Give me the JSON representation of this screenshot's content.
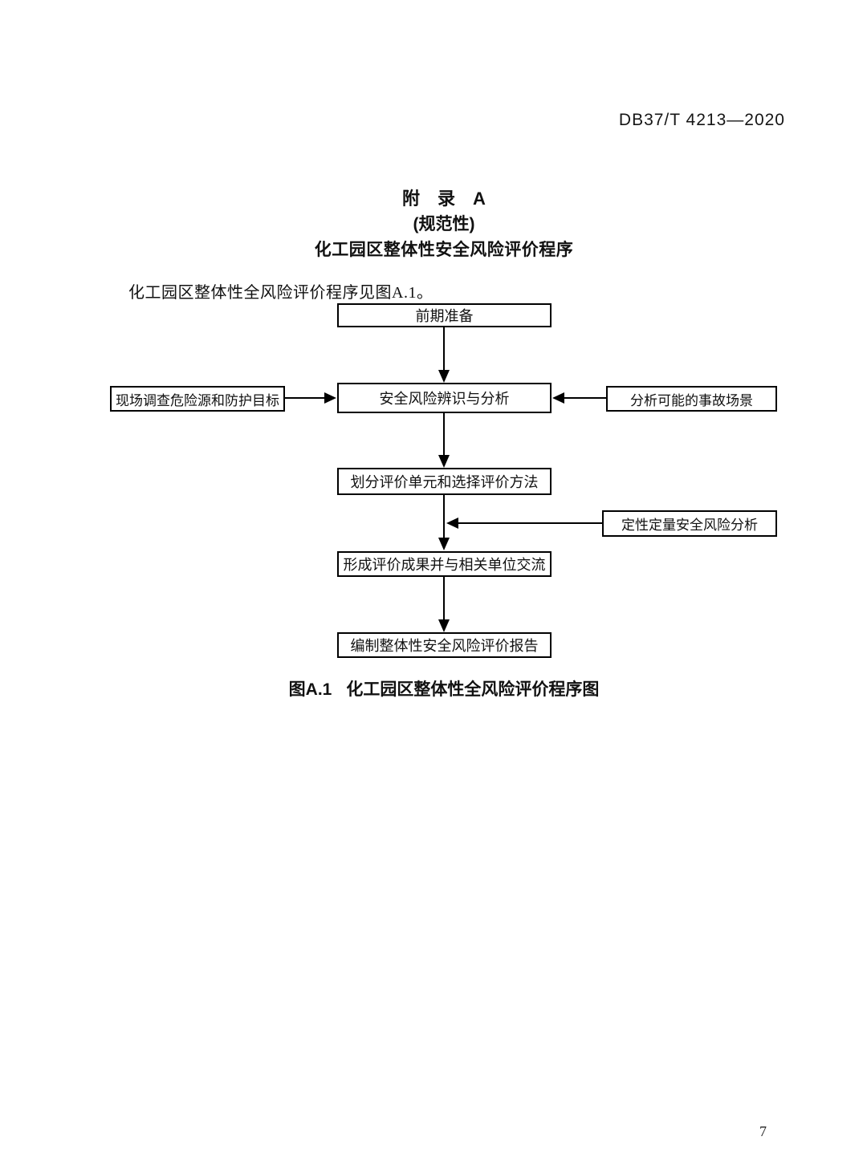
{
  "page": {
    "header_code": "DB37/T 4213—2020",
    "page_number": "7"
  },
  "appendix": {
    "title": "附　录　A",
    "normative": "(规范性)",
    "heading": "化工园区整体性安全风险评价程序",
    "intro_text": "化工园区整体性全风险评价程序见图A.1。"
  },
  "flowchart": {
    "nodes": [
      {
        "id": "prep",
        "label": "前期准备"
      },
      {
        "id": "survey",
        "label": "现场调查危险源和防护目标"
      },
      {
        "id": "identify",
        "label": "安全风险辨识与分析"
      },
      {
        "id": "scenario",
        "label": "分析可能的事故场景"
      },
      {
        "id": "divide",
        "label": "划分评价单元和选择评价方法"
      },
      {
        "id": "analysis",
        "label": "定性定量安全风险分析"
      },
      {
        "id": "results",
        "label": "形成评价成果并与相关单位交流"
      },
      {
        "id": "report",
        "label": "编制整体性安全风险评价报告"
      }
    ],
    "line_color": "#000000"
  },
  "figure": {
    "caption_label": "图A.1",
    "caption_text": "化工园区整体性全风险评价程序图"
  }
}
